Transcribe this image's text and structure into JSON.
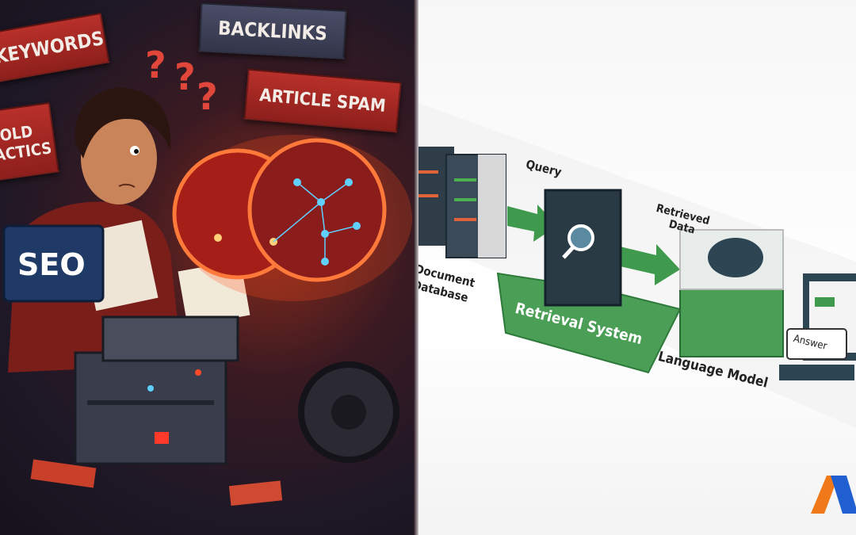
{
  "left_panel": {
    "signs": {
      "keywords": "KEYWORDS",
      "backlinks": "BACKLINKS",
      "article_spam": "ARTICLE SPAM",
      "old_tactics_line1": "OLD",
      "old_tactics_line2": "TACTICS"
    },
    "question_marks": [
      "?",
      "?",
      "?"
    ],
    "binder_label": "SEO",
    "colors": {
      "accent_red": "#c9302a",
      "glow": "#ff5a2a",
      "node_blue": "#5fd0ff"
    }
  },
  "right_panel": {
    "labels": {
      "query": "Query",
      "retrieved_data_line1": "Retrieved",
      "retrieved_data_line2": "Data",
      "document_database_line1": "Document",
      "document_database_line2": "Database",
      "retrieval_system": "Retrieval System",
      "language_model": "Language Model",
      "answer": "Answer"
    },
    "icons": [
      "server-icon",
      "magnifier-icon",
      "brain-icon",
      "monitor-icon"
    ],
    "colors": {
      "green": "#3f9a4e",
      "dark": "#263540"
    }
  },
  "logo": {
    "colors": {
      "orange": "#f07a1a",
      "blue": "#1f5fd0"
    }
  }
}
